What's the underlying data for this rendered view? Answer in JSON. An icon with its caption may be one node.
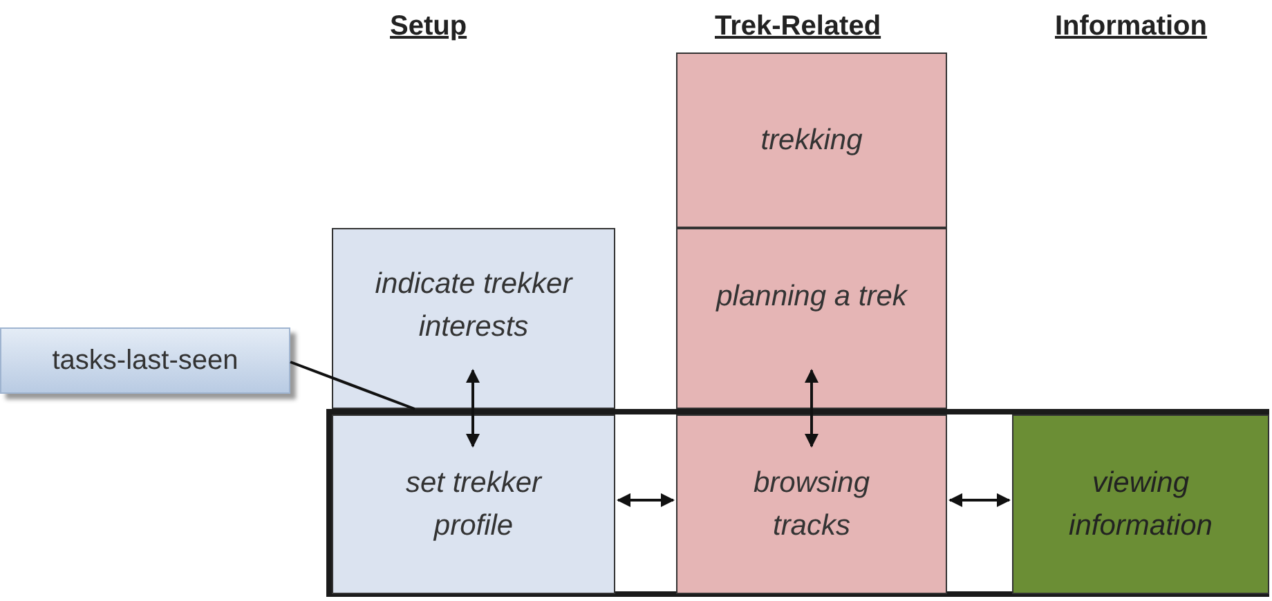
{
  "diagram": {
    "nodes": [
      {
        "text": [
          "tasks-last-seen"
        ]
      },
      {
        "text": [],
        "shape": "box"
      },
      {
        "text": [
          "indicate trekker interests"
        ]
      },
      {
        "text": [
          "set trekker profile"
        ],
        "in": 1
      },
      {
        "text": [
          "trekking"
        ]
      },
      {
        "text": [
          "planning a trek"
        ]
      },
      {
        "text": [
          "browsing tracks"
        ],
        "in": 1
      },
      {
        "text": [
          "viewing information"
        ],
        "in": 1
      }
    ],
    "edges": [
      {
        "from": 0,
        "to": 1,
        "arrow": "none"
      },
      {
        "from": 2,
        "to": 3,
        "arrow": "both"
      },
      {
        "from": 5,
        "to": 6,
        "arrow": "both"
      },
      {
        "from": 3,
        "to": 6,
        "arrow": "both"
      },
      {
        "from": 6,
        "to": 7,
        "arrow": "both"
      }
    ],
    "labels": [
      "Setup",
      "Trek-Related",
      "Information"
    ]
  }
}
